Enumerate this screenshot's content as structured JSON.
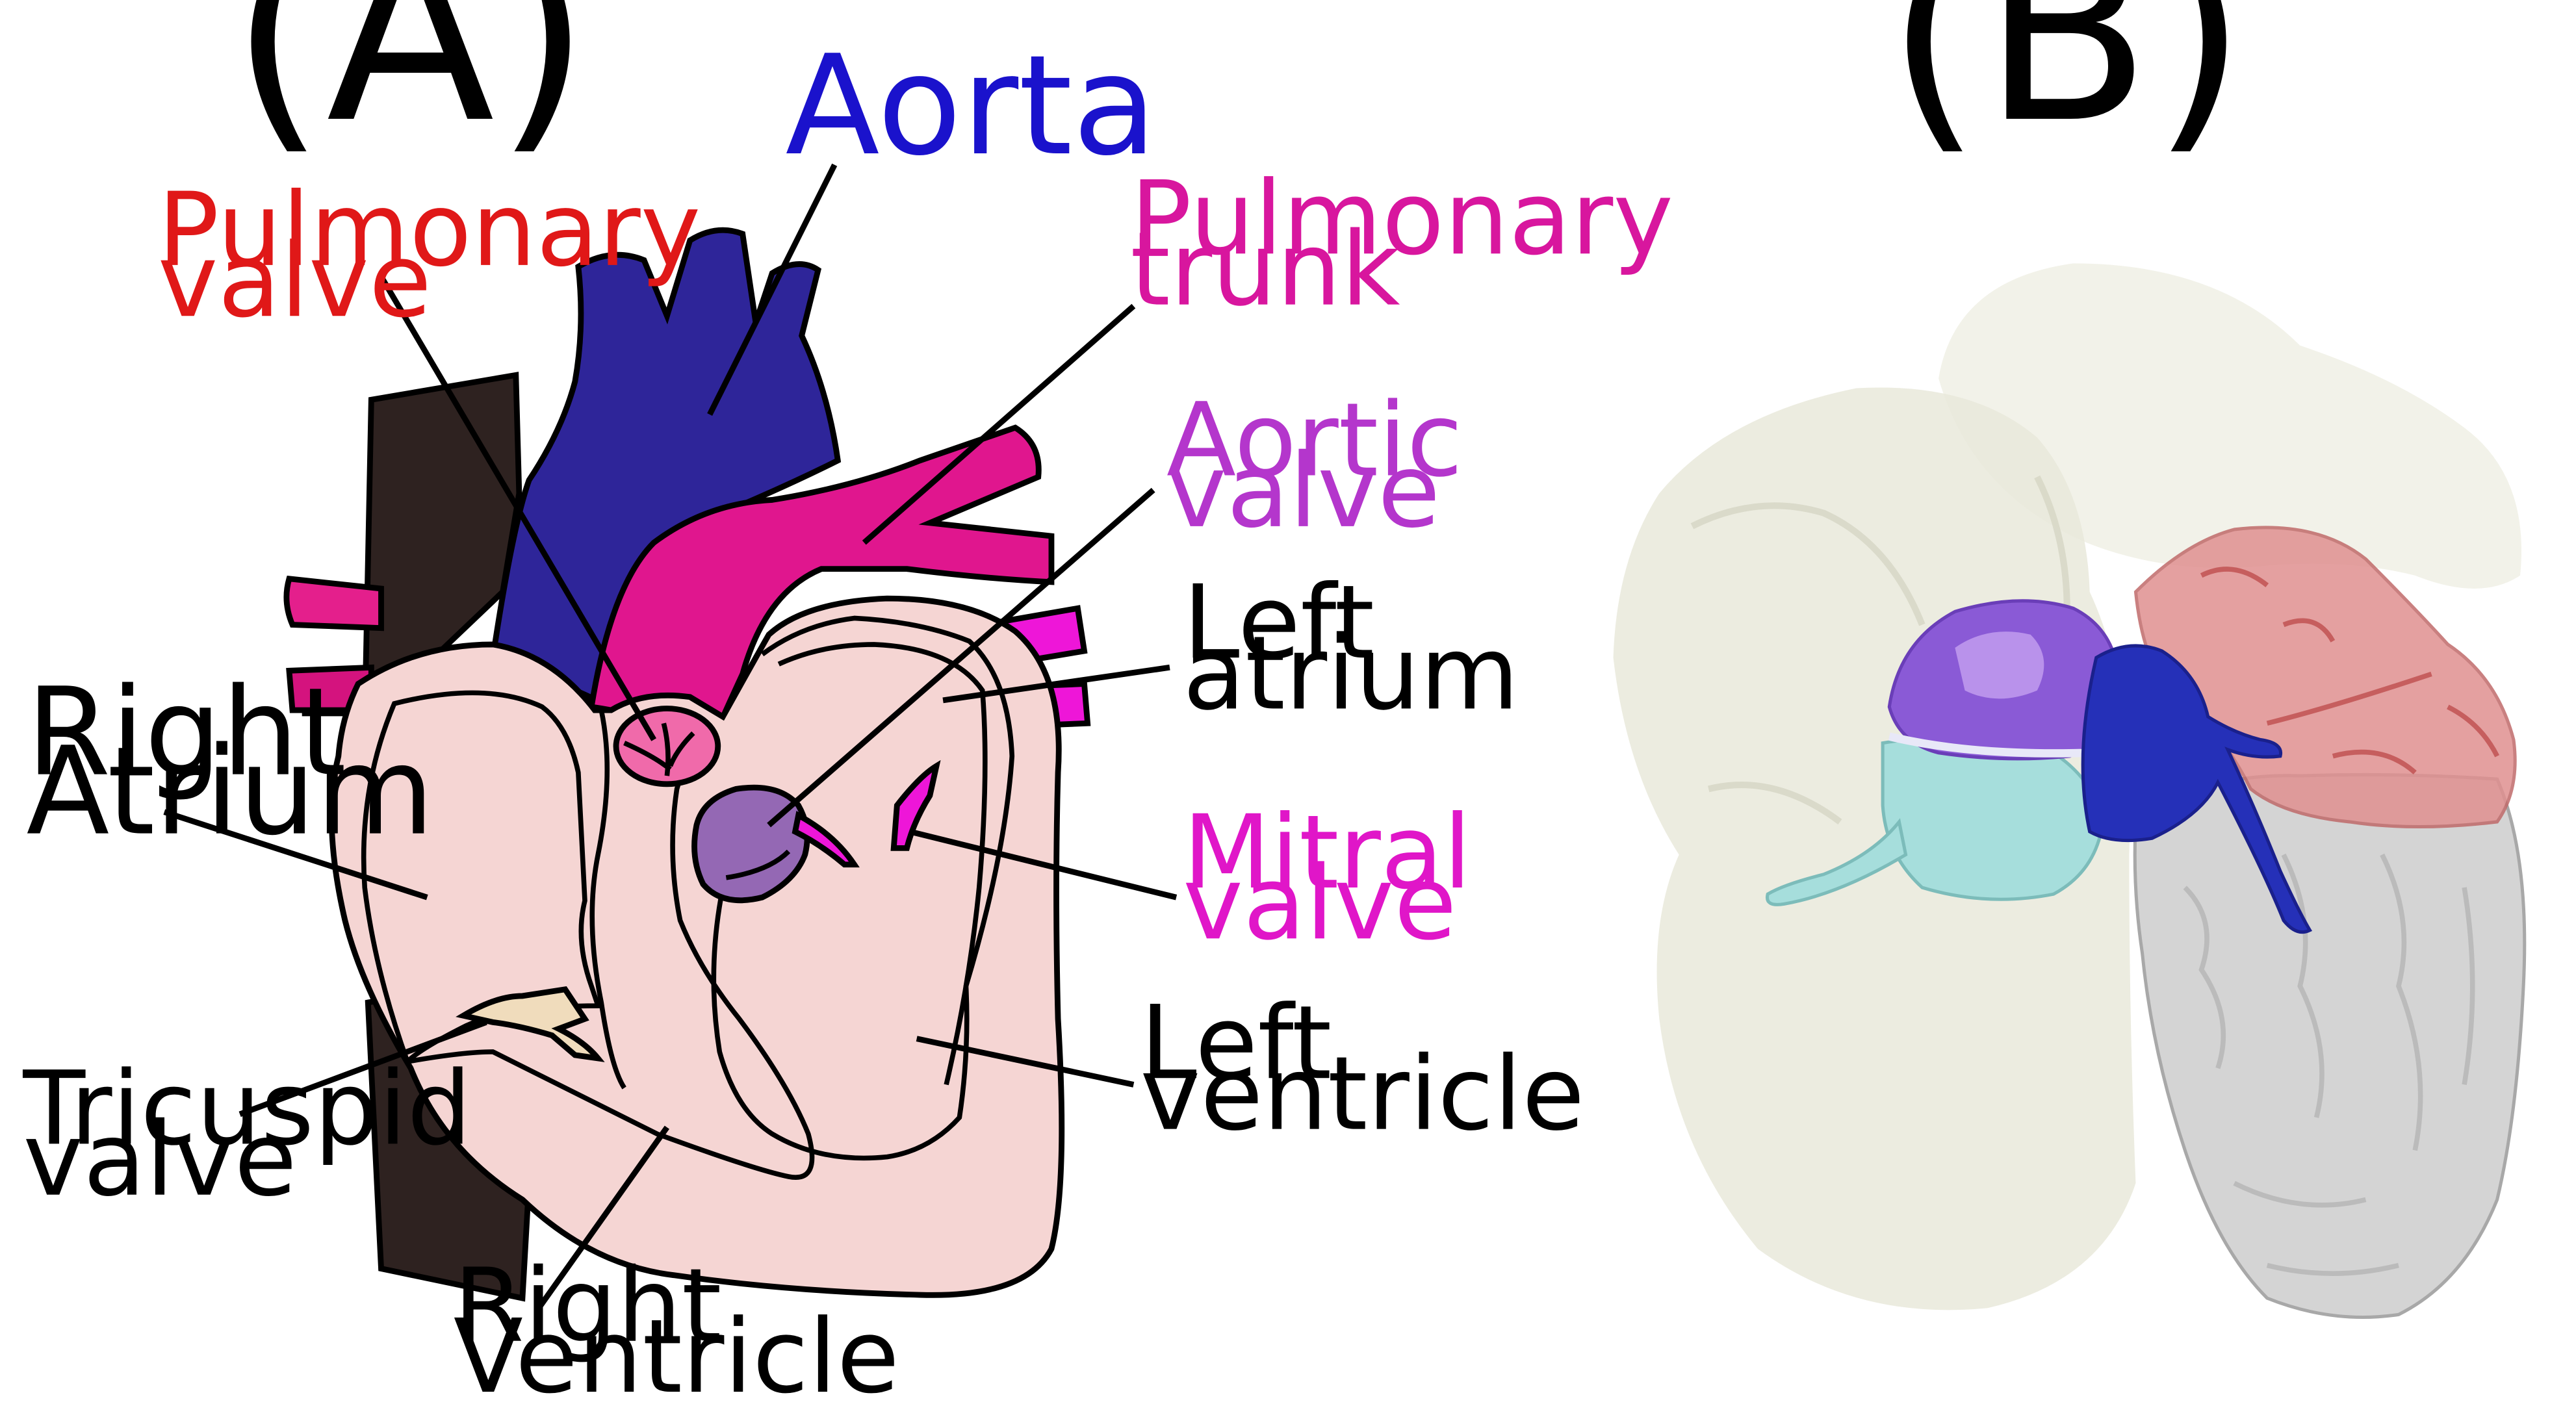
{
  "panels": {
    "a_letter": "(A)",
    "b_letter": "(B)"
  },
  "labels": {
    "aorta": "Aorta",
    "pulmonary_valve": [
      "Pulmonary",
      "valve"
    ],
    "pulmonary_trunk": [
      "Pulmonary",
      "trunk"
    ],
    "aortic_valve": [
      "Aortic",
      "valve"
    ],
    "left_atrium": [
      "Left",
      "atrium"
    ],
    "right_atrium": [
      "Right",
      "Atrium"
    ],
    "mitral_valve": [
      "Mitral",
      "valve"
    ],
    "tricuspid_valve": [
      "Tricuspid",
      "valve"
    ],
    "left_ventricle": [
      "Left",
      "ventricle"
    ],
    "right_ventricle": [
      "Right",
      "Ventricle"
    ]
  },
  "colors": {
    "aorta": "#2e2599",
    "aorta_label": "#1a12cc",
    "pulmonary_trunk": "#e0168e",
    "pulmonary_label": "#d8169e",
    "pulmonary_valve_label": "#e01818",
    "aortic_valve_label": "#b436cc",
    "mitral_valve_label": "#e016c8",
    "pulmonary_valve": "#f06aaa",
    "aortic_valve": "#9468b4",
    "heart_tissue": "#f5d5d3",
    "vena_cava": "#2e2220",
    "left_veins": "#e41f8c",
    "right_veins": "#ee16d8",
    "tricuspid": "#f0dcbc",
    "model_shell": "#e9e9da",
    "model_purple": "#8a5ad6",
    "model_cyan": "#a6dedc",
    "model_blue": "#2530b8",
    "model_red": "#e09090",
    "model_gray": "#d4d4d4"
  }
}
